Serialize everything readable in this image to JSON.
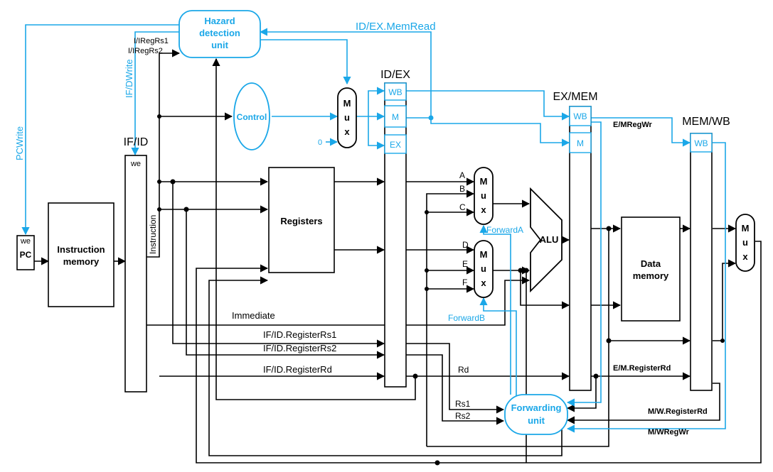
{
  "units": {
    "hazard": [
      "Hazard",
      "detection",
      "unit"
    ],
    "control": "Control",
    "pc": "PC",
    "pc_we": "we",
    "imem": [
      "Instruction",
      "memory"
    ],
    "ifid_title": "IF/ID",
    "ifid_we": "we",
    "instruction": "Instruction",
    "registers": "Registers",
    "idex_title": "ID/EX",
    "exmem_title": "EX/MEM",
    "memwb_title": "MEM/WB",
    "dmem": [
      "Data",
      "memory"
    ],
    "alu": "ALU",
    "forwarding": [
      "Forwarding",
      "unit"
    ],
    "mux": "Mux"
  },
  "fields": {
    "wb": "WB",
    "m": "M",
    "ex": "EX"
  },
  "signals": {
    "idex_memread": "ID/EX.MemRead",
    "ifid_write": "IF/DWrite",
    "pc_write": "PCWrite",
    "iregrs1": "I/IRegRs1",
    "iregrs2": "I/IRegRs2",
    "zero": "0",
    "immediate": "Immediate",
    "ifid_rs1": "IF/ID.RegisterRs1",
    "ifid_rs2": "IF/ID.RegisterRs2",
    "ifid_rd": "IF/ID.RegisterRd",
    "rd": "Rd",
    "rs1": "Rs1",
    "rs2": "Rs2",
    "a": "A",
    "b": "B",
    "c": "C",
    "d": "D",
    "e": "E",
    "f": "F",
    "forward_a": "ForwardA",
    "forward_b": "ForwardB",
    "em_regwr": "E/MRegWr",
    "em_registerrd": "E/M.RegisterRd",
    "mw_registerrd": "M/W.RegisterRd",
    "mw_regwr": "M/WRegWr"
  },
  "colors": {
    "datapath": "#000000",
    "control": "#1aa7e8"
  }
}
